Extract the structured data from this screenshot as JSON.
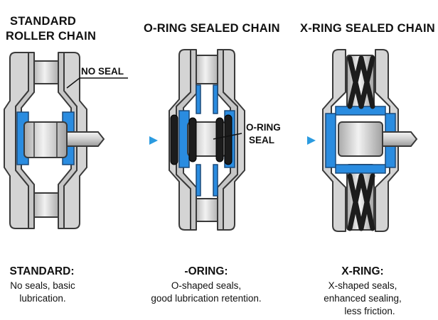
{
  "panels": [
    {
      "id": "standard",
      "title_lines": [
        "STANDARD",
        "ROLLER CHAIN"
      ],
      "callout": "NO SEAL",
      "caption_title": "STANDARD:",
      "caption_lines": [
        "No seals, basic",
        "lubrication."
      ]
    },
    {
      "id": "oring",
      "title_lines": [
        "O-RING SEALED CHAIN"
      ],
      "callout_lines": [
        "O-RING",
        "SEAL"
      ],
      "caption_title": "-ORING:",
      "caption_lines": [
        "O-shaped seals,",
        "good lubrication retention."
      ]
    },
    {
      "id": "xring",
      "title_lines": [
        "X-RING SEALED CHAIN"
      ],
      "caption_title": "X-RING:",
      "caption_lines": [
        "X-shaped seals,",
        "enhanced sealing,",
        "less friction."
      ]
    }
  ],
  "colors": {
    "plate_fill": "#d4d4d4",
    "plate_stroke": "#3a3a3a",
    "seal_black": "#1c1c1c",
    "lubrication_blue": "#2a8ce0",
    "arrow_blue": "#2b9be0"
  }
}
